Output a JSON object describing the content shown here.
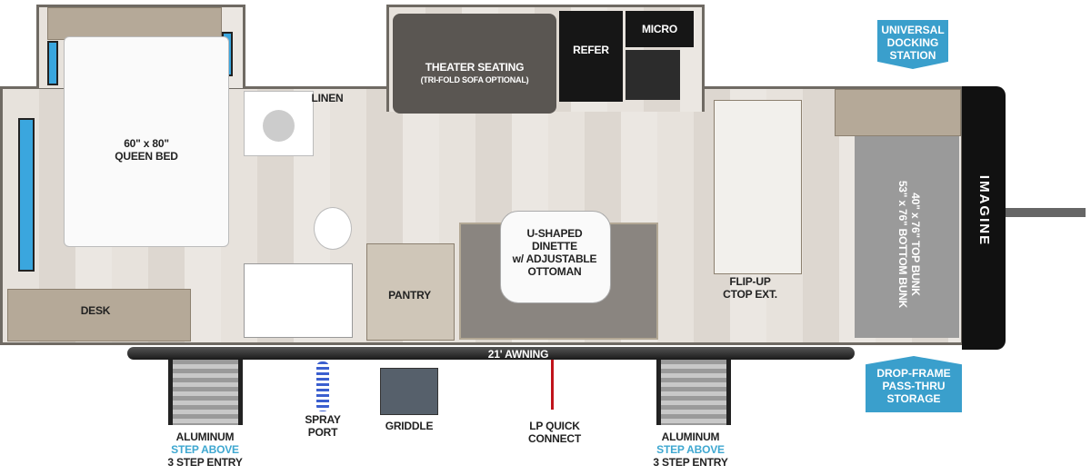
{
  "labels": {
    "bed": "60\" x 80\"\nQUEEN BED",
    "bed_l1": "60\" x 80\"",
    "bed_l2": "QUEEN BED",
    "linen": "LINEN",
    "theater_l1": "THEATER SEATING",
    "theater_l2": "(TRI-FOLD SOFA OPTIONAL)",
    "refer": "REFER",
    "micro": "MICRO",
    "dinette_l1": "U-SHAPED",
    "dinette_l2": "DINETTE",
    "dinette_l3": "w/ ADJUSTABLE",
    "dinette_l4": "OTTOMAN",
    "pantry": "PANTRY",
    "desk": "DESK",
    "flipup_l1": "FLIP-UP",
    "flipup_l2": "CTOP EXT.",
    "bunk_l1": "40\" x 76\" TOP BUNK",
    "bunk_l2": "53\" x 76\" BOTTOM BUNK",
    "brand": "IMAGINE",
    "awning": "21' AWNING",
    "spray_l1": "SPRAY",
    "spray_l2": "PORT",
    "griddle": "GRIDDLE",
    "lp_l1": "LP QUICK",
    "lp_l2": "CONNECT",
    "step_l1": "ALUMINUM",
    "step_l2": "STEP ABOVE",
    "step_l3": "3 STEP ENTRY"
  },
  "callouts": {
    "docking_l1": "UNIVERSAL",
    "docking_l2": "DOCKING",
    "docking_l3": "STATION",
    "storage_l1": "DROP-FRAME",
    "storage_l2": "PASS-THRU",
    "storage_l3": "STORAGE"
  },
  "colors": {
    "callout": "#3a9fcc",
    "accent_text": "#3ea7d0",
    "lp_line": "#c0141b"
  }
}
